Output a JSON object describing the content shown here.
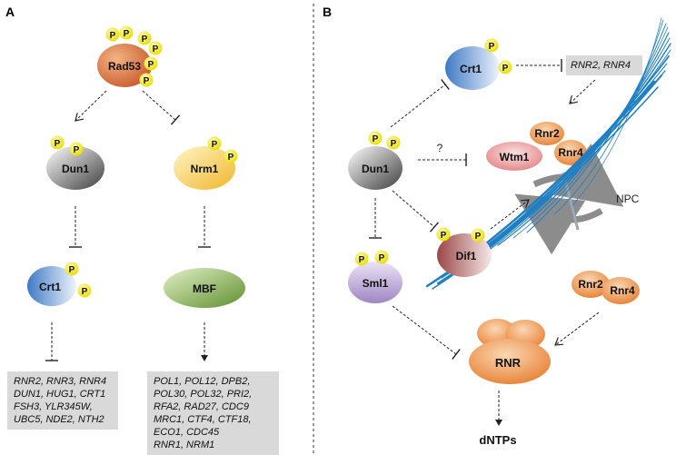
{
  "panel_a": {
    "letter": "A",
    "nodes": {
      "rad53": "Rad53",
      "dun1": "Dun1",
      "nrm1": "Nrm1",
      "crt1": "Crt1",
      "mbf": "MBF"
    },
    "gene_box_left": [
      "RNR2, RNR3, RNR4",
      "DUN1, HUG1, CRT1",
      "FSH3, YLR345W,",
      "UBC5, NDE2, NTH2"
    ],
    "gene_box_right": [
      "POL1, POL12, DPB2,",
      "POL30, POL32, PRI2,",
      "RFA2, RAD27, CDC9",
      "MRC1, CTF4, CTF18,",
      "ECO1, CDC45",
      "RNR1, NRM1"
    ]
  },
  "panel_b": {
    "letter": "B",
    "nodes": {
      "crt1": "Crt1",
      "dun1": "Dun1",
      "sml1": "Sml1",
      "dif1": "Dif1",
      "rnr2_top": "Rnr2",
      "rnr4_top": "Rnr4",
      "wtm1": "Wtm1",
      "rnr2_small": "Rnr2",
      "rnr4_small": "Rnr4",
      "rnr": "RNR"
    },
    "gene_box": "RNR2, RNR4",
    "question": "?",
    "npc": "NPC",
    "dntps": "dNTPs"
  },
  "phospho_label": "P",
  "colors": {
    "rad53": "#d9713f",
    "dun1": "#6e6e6e",
    "nrm1": "#f2c234",
    "crt1": "#5b8fce",
    "mbf": "#7aa33e",
    "phospho": "#f5ec12",
    "sml1": "#b9a3d4",
    "dif1": "#a85858",
    "rnr": "#ee8a3c",
    "wtm1": "#e58b8b",
    "npc_fiber": "#1f7fc4",
    "gene_box": "#d9d9d9"
  }
}
